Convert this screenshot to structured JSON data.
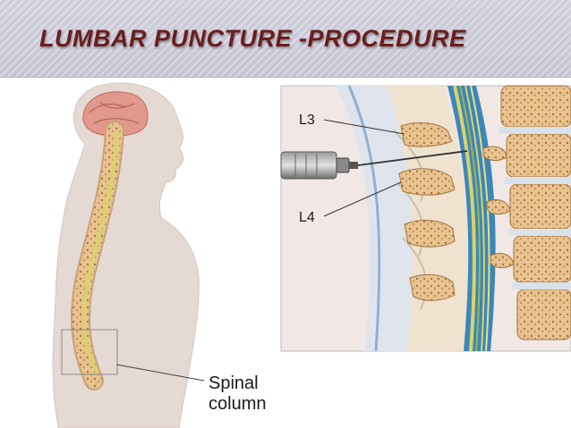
{
  "slide": {
    "title": "LUMBAR PUNCTURE -PROCEDURE"
  },
  "figure": {
    "label_l3": "L3",
    "label_l4": "L4",
    "caption_line1": "Spinal",
    "caption_line2": "column"
  },
  "colors": {
    "title": "#6b1d1d",
    "header_bg": "#c9c9d7",
    "skin": "#e5d9d4",
    "vertebra": "#e8c38f",
    "csf_blue": "#3d86b8",
    "nerve_yellow": "#d8d36a"
  }
}
